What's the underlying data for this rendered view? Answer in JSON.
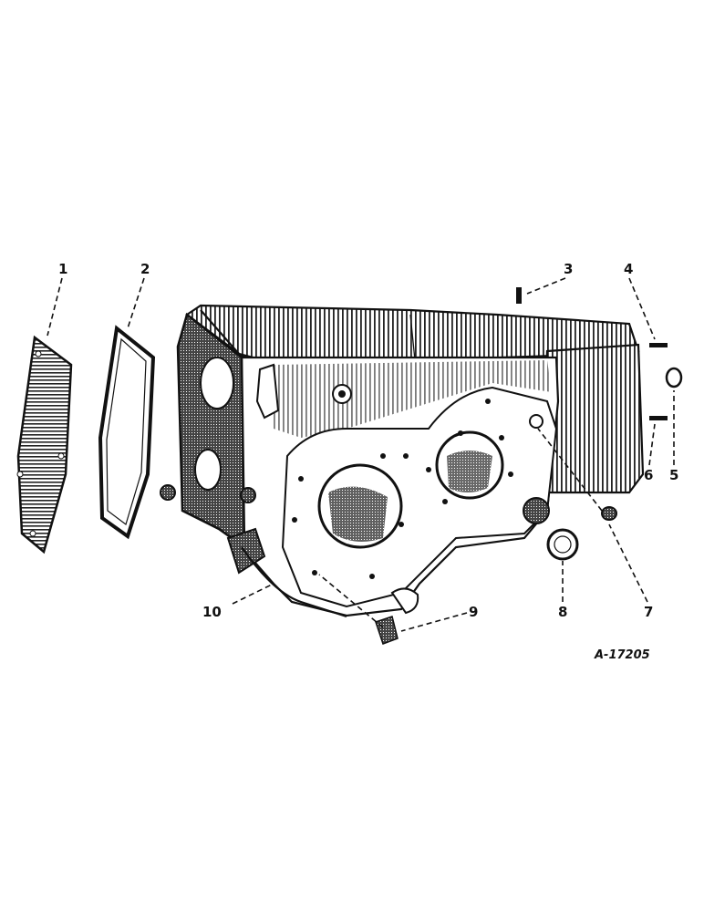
{
  "diagram": {
    "drawing_code": "A-17205",
    "callouts": [
      "1",
      "2",
      "3",
      "4",
      "5",
      "6",
      "7",
      "8",
      "9",
      "10"
    ]
  }
}
